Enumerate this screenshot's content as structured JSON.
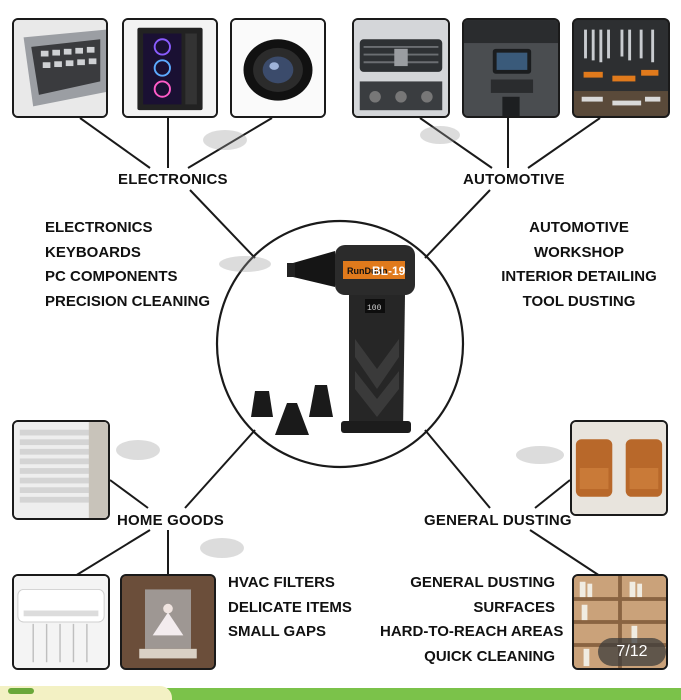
{
  "categories": {
    "electronics": "ELECTRONICS",
    "automotive": "AUTOMOTIVE",
    "home_goods": "HOME GOODS",
    "general_dusting": "GENERAL DUSTING"
  },
  "lists": {
    "electronics": [
      "ELECTRONICS",
      "KEYBOARDS",
      "PC COMPONENTS",
      "PRECISION CLEANING"
    ],
    "automotive": [
      "AUTOMOTIVE",
      "WORKSHOP",
      "INTERIOR DETAILING",
      "TOOL DUSTING"
    ],
    "home_goods": [
      "HVAC FILTERS",
      "DELICATE ITEMS",
      "SMALL GAPS"
    ],
    "general_dusting": [
      "GENERAL DUSTING",
      "SURFACES",
      "HARD-TO-REACH AREAS",
      "QUICK CLEANING"
    ]
  },
  "product": {
    "model": "BL-19",
    "brand": "RunDunn",
    "display": "100"
  },
  "gallery": {
    "counter": "7/12"
  },
  "colors": {
    "accent_green": "#7bc24a",
    "product_orange": "#e07a1c",
    "product_body": "#2b2b2b"
  }
}
